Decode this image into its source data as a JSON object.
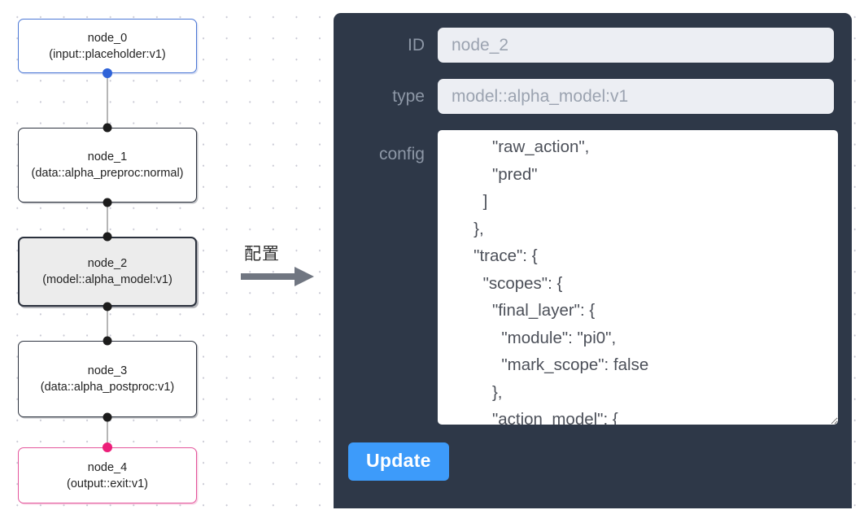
{
  "canvas": {
    "grid": "dot-grid",
    "dot_color": "#c9c9d4",
    "background": "#ffffff"
  },
  "graph": {
    "nodes": [
      {
        "id": "node_0",
        "type": "input::placeholder:v1",
        "label": "node_0\n(input::placeholder:v1)",
        "kind": "input",
        "accent": "#4d79d6",
        "selected": false
      },
      {
        "id": "node_1",
        "type": "data::alpha_preproc:normal",
        "label": "node_1\n(data::alpha_preproc:normal)",
        "kind": "default",
        "accent": "#2e3440",
        "selected": false
      },
      {
        "id": "node_2",
        "type": "model::alpha_model:v1",
        "label": "node_2\n(model::alpha_model:v1)",
        "kind": "selected",
        "accent": "#2b313d",
        "selected": true
      },
      {
        "id": "node_3",
        "type": "data::alpha_postproc:v1",
        "label": "node_3\n(data::alpha_postproc:v1)",
        "kind": "default",
        "accent": "#2e3440",
        "selected": false
      },
      {
        "id": "node_4",
        "type": "output::exit:v1",
        "label": "node_4\n(output::exit:v1)",
        "kind": "output",
        "accent": "#e4569c",
        "selected": false
      }
    ],
    "edges": [
      {
        "from": "node_0",
        "to": "node_1"
      },
      {
        "from": "node_1",
        "to": "node_2"
      },
      {
        "from": "node_2",
        "to": "node_3"
      },
      {
        "from": "node_3",
        "to": "node_4"
      }
    ],
    "edge_color": "#b6b6b6"
  },
  "arrow": {
    "label": "配置",
    "color": "#707681"
  },
  "panel": {
    "background": "#2e3848",
    "fields": [
      {
        "name": "id",
        "label": "ID",
        "value": "node_2",
        "placeholder": "node_2"
      },
      {
        "name": "type",
        "label": "type",
        "value": "model::alpha_model:v1",
        "placeholder": "model::alpha_model:v1"
      }
    ],
    "config": {
      "label": "config",
      "value": "          \"raw_action\",\n          \"pred\"\n        ]\n      },\n      \"trace\": {\n        \"scopes\": {\n          \"final_layer\": {\n            \"module\": \"pi0\",\n            \"mark_scope\": false\n          },\n          \"action_model\": {",
      "scrollbar": {
        "visible": true,
        "thumb_color": "#c2c2c2",
        "track_color": "#f7f7f7"
      },
      "resize_handle": true
    },
    "update_button": {
      "label": "Update",
      "color": "#3d9bfa"
    }
  }
}
